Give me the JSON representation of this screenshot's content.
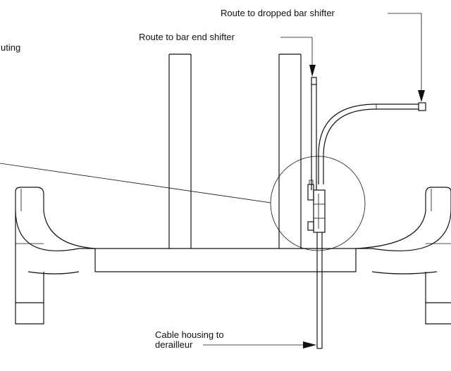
{
  "labels": {
    "dropped_bar": "Route to dropped bar shifter",
    "bar_end": "Route to bar end shifter",
    "left_partial": "uting",
    "housing_line1": "Cable housing to",
    "housing_line2": "derailleur"
  },
  "colors": {
    "line": "#111111",
    "background": "#ffffff"
  }
}
